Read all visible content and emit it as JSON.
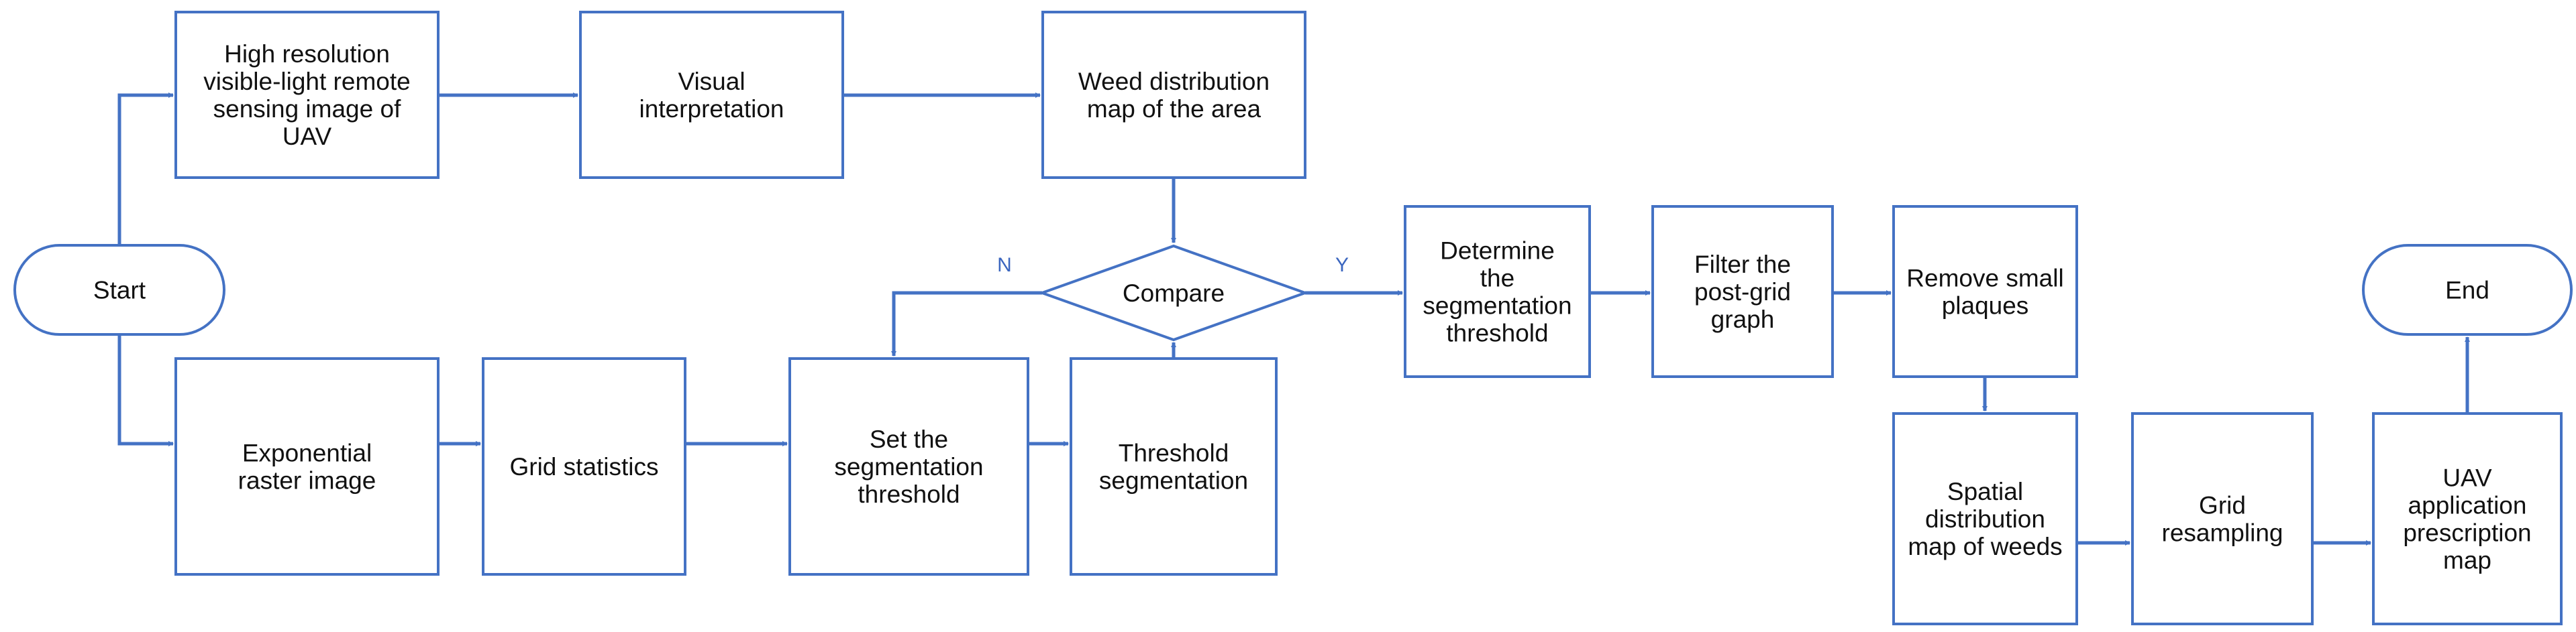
{
  "colors": {
    "stroke": "#4472c4",
    "text": "#111111",
    "label": "#3b66bf",
    "background": "#ffffff"
  },
  "nodes": {
    "start": {
      "shape": "terminal",
      "lines": [
        "Start"
      ]
    },
    "uav_image": {
      "shape": "process",
      "lines": [
        "High resolution",
        "visible-light remote",
        "sensing image of",
        "UAV"
      ]
    },
    "visual": {
      "shape": "process",
      "lines": [
        "Visual",
        "interpretation"
      ]
    },
    "weed_area": {
      "shape": "process",
      "lines": [
        "Weed distribution",
        "map of the area"
      ]
    },
    "compare": {
      "shape": "decision",
      "lines": [
        "Compare"
      ]
    },
    "exp_raster": {
      "shape": "process",
      "lines": [
        "Exponential",
        "raster image"
      ]
    },
    "grid_stats": {
      "shape": "process",
      "lines": [
        "Grid statistics"
      ]
    },
    "set_threshold": {
      "shape": "process",
      "lines": [
        "Set the",
        "segmentation",
        "threshold"
      ]
    },
    "threshold_seg": {
      "shape": "process",
      "lines": [
        "Threshold",
        "segmentation"
      ]
    },
    "determine": {
      "shape": "process",
      "lines": [
        "Determine",
        "the",
        "segmentation",
        "threshold"
      ]
    },
    "filter": {
      "shape": "process",
      "lines": [
        "Filter the",
        "post-grid",
        "graph"
      ]
    },
    "remove": {
      "shape": "process",
      "lines": [
        "Remove small",
        "plaques"
      ]
    },
    "spatial": {
      "shape": "process",
      "lines": [
        "Spatial",
        "distribution",
        "map of weeds"
      ]
    },
    "resample": {
      "shape": "process",
      "lines": [
        "Grid",
        "resampling"
      ]
    },
    "prescription": {
      "shape": "process",
      "lines": [
        "UAV",
        "application",
        "prescription",
        "map"
      ]
    },
    "end": {
      "shape": "terminal",
      "lines": [
        "End"
      ]
    }
  },
  "edges": [
    {
      "from": "start",
      "to": "uav_image"
    },
    {
      "from": "start",
      "to": "exp_raster"
    },
    {
      "from": "uav_image",
      "to": "visual"
    },
    {
      "from": "visual",
      "to": "weed_area"
    },
    {
      "from": "weed_area",
      "to": "compare"
    },
    {
      "from": "compare",
      "to": "set_threshold",
      "label": "N"
    },
    {
      "from": "compare",
      "to": "determine",
      "label": "Y"
    },
    {
      "from": "exp_raster",
      "to": "grid_stats"
    },
    {
      "from": "grid_stats",
      "to": "set_threshold"
    },
    {
      "from": "set_threshold",
      "to": "threshold_seg"
    },
    {
      "from": "threshold_seg",
      "to": "compare"
    },
    {
      "from": "determine",
      "to": "filter"
    },
    {
      "from": "filter",
      "to": "remove"
    },
    {
      "from": "remove",
      "to": "spatial"
    },
    {
      "from": "spatial",
      "to": "resample"
    },
    {
      "from": "resample",
      "to": "prescription"
    },
    {
      "from": "prescription",
      "to": "end"
    }
  ]
}
